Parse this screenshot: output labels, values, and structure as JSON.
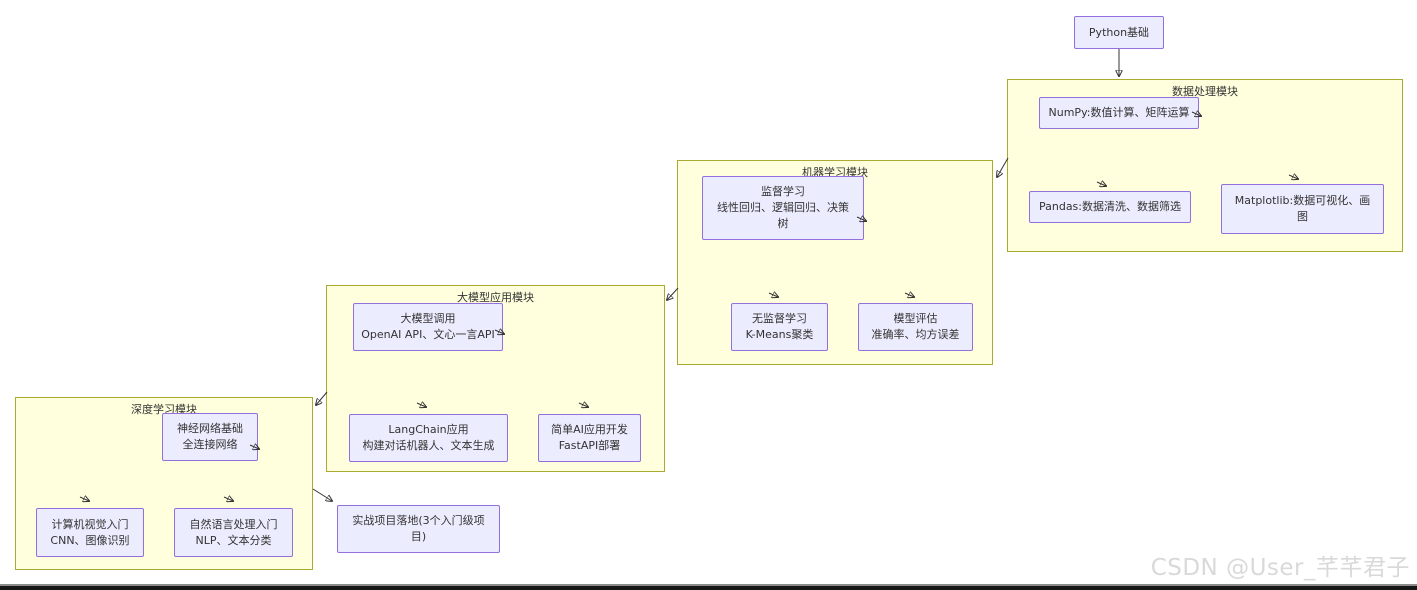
{
  "colors": {
    "node_fill": "#ECECFF",
    "node_border": "#9370DB",
    "group_fill": "#FFFFDE",
    "group_border": "#AAAA33",
    "edge": "#333333",
    "text": "#333333",
    "watermark": "#D9D9D9"
  },
  "watermark": "CSDN @User_芊芊君子",
  "diagram": {
    "nodes": {
      "python_basics": {
        "lines": [
          "Python基础"
        ]
      },
      "project_landing": {
        "lines": [
          "实战项目落地(3个入门级项",
          "目)"
        ]
      }
    },
    "groups": {
      "data_processing": {
        "title": "数据处理模块",
        "nodes": {
          "numpy": {
            "lines": [
              "NumPy:数值计算、矩阵运算"
            ]
          },
          "pandas": {
            "lines": [
              "Pandas:数据清洗、数据筛选"
            ]
          },
          "matplotlib": {
            "lines": [
              "Matplotlib:数据可视化、画",
              "图"
            ]
          }
        }
      },
      "machine_learning": {
        "title": "机器学习模块",
        "nodes": {
          "supervised": {
            "lines": [
              "监督学习",
              "线性回归、逻辑回归、决策",
              "树"
            ]
          },
          "unsupervised": {
            "lines": [
              "无监督学习",
              "K-Means聚类"
            ]
          },
          "evaluation": {
            "lines": [
              "模型评估",
              "准确率、均方误差"
            ]
          }
        }
      },
      "llm_application": {
        "title": "大模型应用模块",
        "nodes": {
          "llm_call": {
            "lines": [
              "大模型调用",
              "OpenAI API、文心一言API"
            ]
          },
          "langchain": {
            "lines": [
              "LangChain应用",
              "构建对话机器人、文本生成"
            ]
          },
          "simple_ai": {
            "lines": [
              "简单AI应用开发",
              "FastAPI部署"
            ]
          }
        }
      },
      "deep_learning": {
        "title": "深度学习模块",
        "nodes": {
          "nn_basics": {
            "lines": [
              "神经网络基础",
              "全连接网络"
            ]
          },
          "cv_intro": {
            "lines": [
              "计算机视觉入门",
              "CNN、图像识别"
            ]
          },
          "nlp_intro": {
            "lines": [
              "自然语言处理入门",
              "NLP、文本分类"
            ]
          }
        }
      }
    }
  }
}
